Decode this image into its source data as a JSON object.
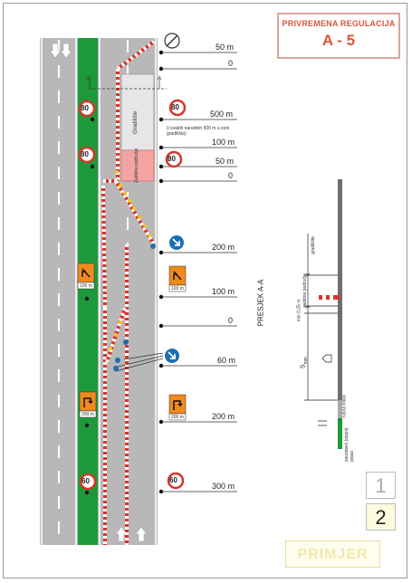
{
  "header": {
    "title": "PRIVREMENA REGULACIJA",
    "code": "A - 5"
  },
  "work_zone": {
    "site_label": "Gradilište",
    "protection_label": "Zaštitno područje"
  },
  "speed_limit": "80",
  "speed_limit_end": "60",
  "section_marker": "A",
  "chevron_sign_distance": "100 m",
  "distance_labels": [
    {
      "id": "d50a",
      "text": "50 m"
    },
    {
      "id": "d0a",
      "text": "0"
    },
    {
      "id": "d500",
      "text": "500 m"
    },
    {
      "id": "d100a",
      "text": "100 m"
    },
    {
      "id": "d50b",
      "text": "50 m"
    },
    {
      "id": "d0b",
      "text": "0"
    },
    {
      "id": "d200a",
      "text": "200 m"
    },
    {
      "id": "d100b",
      "text": "100 m"
    },
    {
      "id": "d0c",
      "text": "0"
    },
    {
      "id": "d60",
      "text": "60 m"
    },
    {
      "id": "d200b",
      "text": "200 m"
    },
    {
      "id": "d300",
      "text": "300 m"
    }
  ],
  "speed_note": "(i svakih narednih 500 m u zoni gradilišta)",
  "panel_distances": {
    "p100a": "100 m",
    "p200a": "200 m",
    "p100b": "100 m",
    "p200b": "200 m"
  },
  "section": {
    "title": "PRESJEK A-A",
    "site_label": "gradilište",
    "protection_label": "zaštitno područje",
    "min_clear": "min 0,25 m",
    "s_min": "S",
    "s_sub": "min",
    "edge_label": "rubna traka",
    "shoulder_label": "zaustavni (stajni) pojas"
  },
  "pages": {
    "current_a": "1",
    "current_b": "2"
  },
  "stamp": "PRIMJER",
  "colors": {
    "accent": "#d8563b",
    "median": "#1c9a3a",
    "road": "#b8b8b8",
    "blue_sign": "#1b6fb3"
  }
}
